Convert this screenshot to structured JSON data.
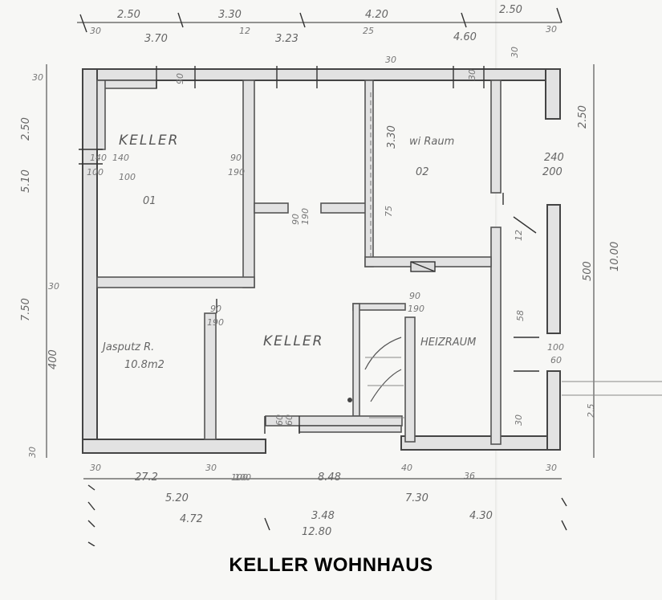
{
  "title": "KELLER  WOHNHAUS",
  "rooms": {
    "keller_01": {
      "name": "KELLER",
      "dims_a": "140",
      "dims_b": "100",
      "number": "01"
    },
    "room_02": {
      "name": "wi Raum",
      "number": "02"
    },
    "putzraum": {
      "name": "Jasputz R.",
      "area": "10.8m2"
    },
    "keller_main": {
      "name": "KELLER"
    },
    "heizraum": {
      "name": "HEIZRAUM"
    }
  },
  "dims_top": [
    "2.50",
    "3.30",
    "4.20",
    "2.50",
    "30",
    "3.70",
    "12",
    "3.23",
    "25",
    "30",
    "4.60",
    "30"
  ],
  "dims_left": [
    "30",
    "2.50",
    "5.10",
    "30",
    "7.50",
    "400",
    "30"
  ],
  "dims_bottom": [
    "30",
    "27.2",
    "30",
    "100",
    "8.48",
    "40",
    "36",
    "30",
    "5.20",
    "4.72",
    "7.30",
    "3.48",
    "12.80",
    "4.30"
  ],
  "dims_right": [
    "2.50",
    "240",
    "200",
    "12",
    "500",
    "10.00",
    "58",
    "100",
    "60",
    "2.5",
    "30"
  ],
  "openings": [
    "90",
    "190",
    "90",
    "190",
    "90",
    "190",
    "90",
    "190",
    "90",
    "190",
    "140",
    "100",
    "60",
    "100",
    "60"
  ],
  "mid_dims": [
    "3.30",
    "75",
    "30",
    "4.60",
    "30"
  ]
}
